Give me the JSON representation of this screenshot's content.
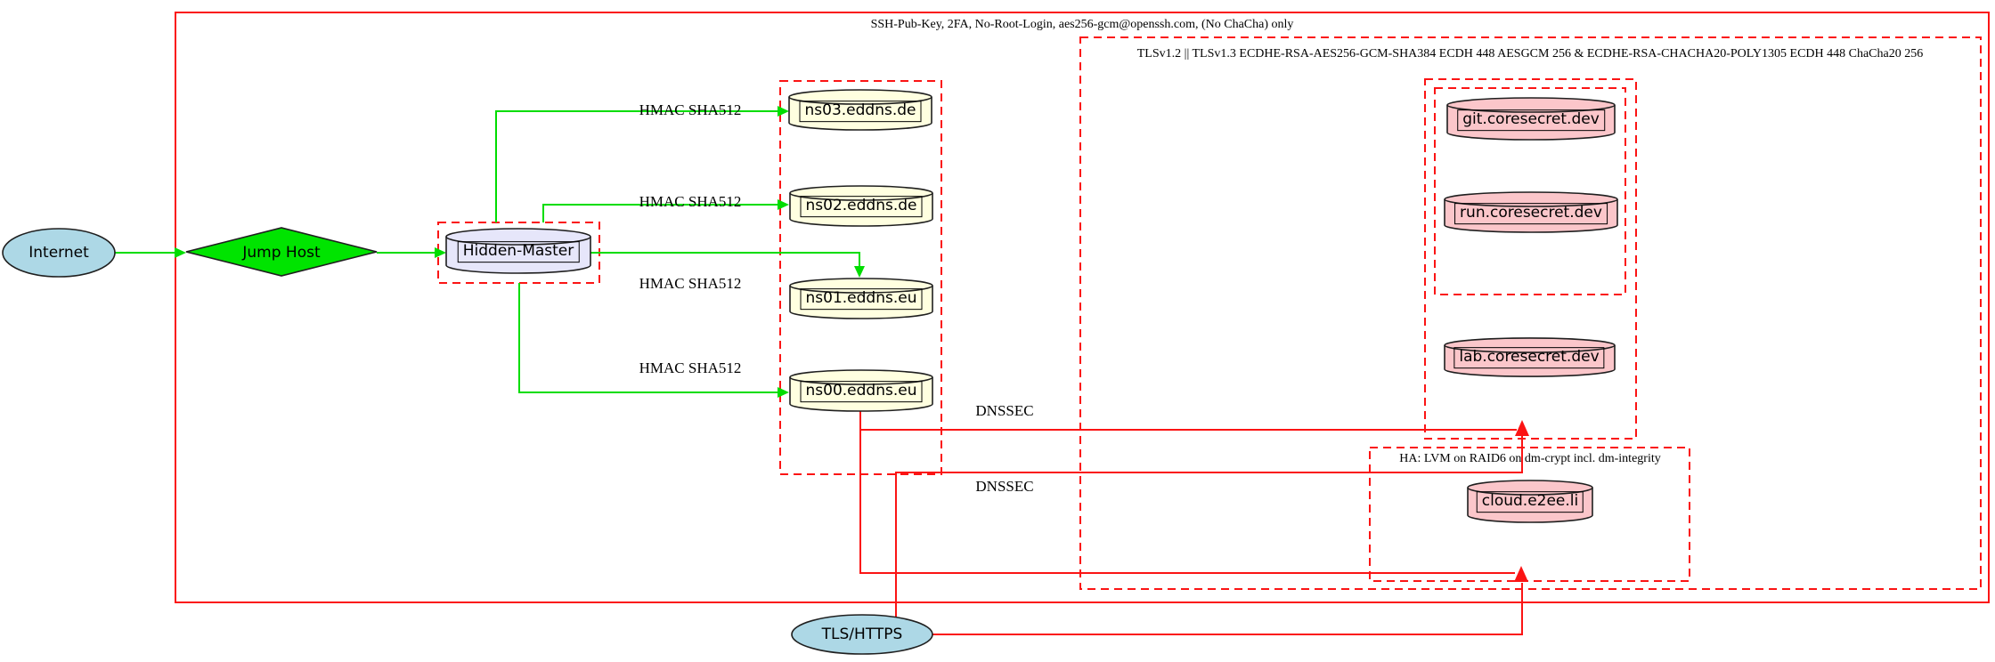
{
  "clusters": {
    "ssh": {
      "label": "SSH-Pub-Key, 2FA, No-Root-Login, aes256-gcm@openssh.com, (No ChaCha) only"
    },
    "tls": {
      "label": "TLSv1.2 || TLSv1.3 ECDHE-RSA-AES256-GCM-SHA384 ECDH 448 AESGCM 256 & ECDHE-RSA-CHACHA20-POLY1305 ECDH 448 ChaCha20 256"
    },
    "ha": {
      "label": "HA: LVM on RAID6 on dm-crypt incl. dm-integrity"
    }
  },
  "nodes": {
    "internet": {
      "label": "Internet"
    },
    "jump_host": {
      "label": "Jump Host"
    },
    "hidden_master": {
      "label": "Hidden-Master"
    },
    "ns03": {
      "label": "ns03.eddns.de"
    },
    "ns02": {
      "label": "ns02.eddns.de"
    },
    "ns01": {
      "label": "ns01.eddns.eu"
    },
    "ns00": {
      "label": "ns00.eddns.eu"
    },
    "git": {
      "label": "git.coresecret.dev"
    },
    "run": {
      "label": "run.coresecret.dev"
    },
    "lab": {
      "label": "lab.coresecret.dev"
    },
    "cloud": {
      "label": "cloud.e2ee.li"
    },
    "tls_https": {
      "label": "TLS/HTTPS"
    }
  },
  "edge_labels": {
    "hmac": "HMAC SHA512",
    "dnssec": "DNSSEC"
  },
  "colors": {
    "red": "#fb1414",
    "green_edge": "#00dd00",
    "green_node": "#00e400",
    "lightblue": "#add8e6",
    "lightyellow": "#ffffe0",
    "lavender": "#e6e6fa",
    "pink": "#fbc6ca",
    "ink": "#1f1f1f"
  }
}
